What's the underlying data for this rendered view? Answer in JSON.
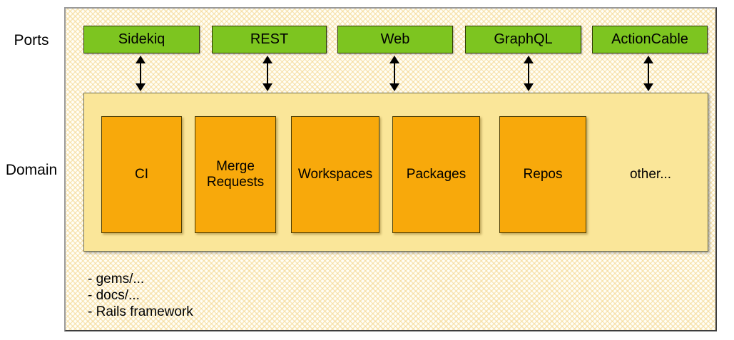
{
  "diagram": {
    "side_labels": {
      "ports": "Ports",
      "domain": "Domain"
    },
    "ports": {
      "items": [
        {
          "label": "Sidekiq"
        },
        {
          "label": "REST"
        },
        {
          "label": "Web"
        },
        {
          "label": "GraphQL"
        },
        {
          "label": "ActionCable"
        }
      ]
    },
    "domain": {
      "modules": [
        {
          "label": "CI"
        },
        {
          "label": "Merge Requests"
        },
        {
          "label": "Workspaces"
        },
        {
          "label": "Packages"
        },
        {
          "label": "Repos"
        }
      ],
      "other_label": "other...",
      "notes": [
        "- gems/...",
        "- docs/...",
        "- Rails framework"
      ]
    },
    "colors": {
      "port_box_green": "#7dc520",
      "module_box_orange": "#f8a90b",
      "domain_bg_yellow": "#fae699",
      "outer_hatch_gold": "#f3d48a",
      "border_gray": "#9a9a9a"
    }
  }
}
